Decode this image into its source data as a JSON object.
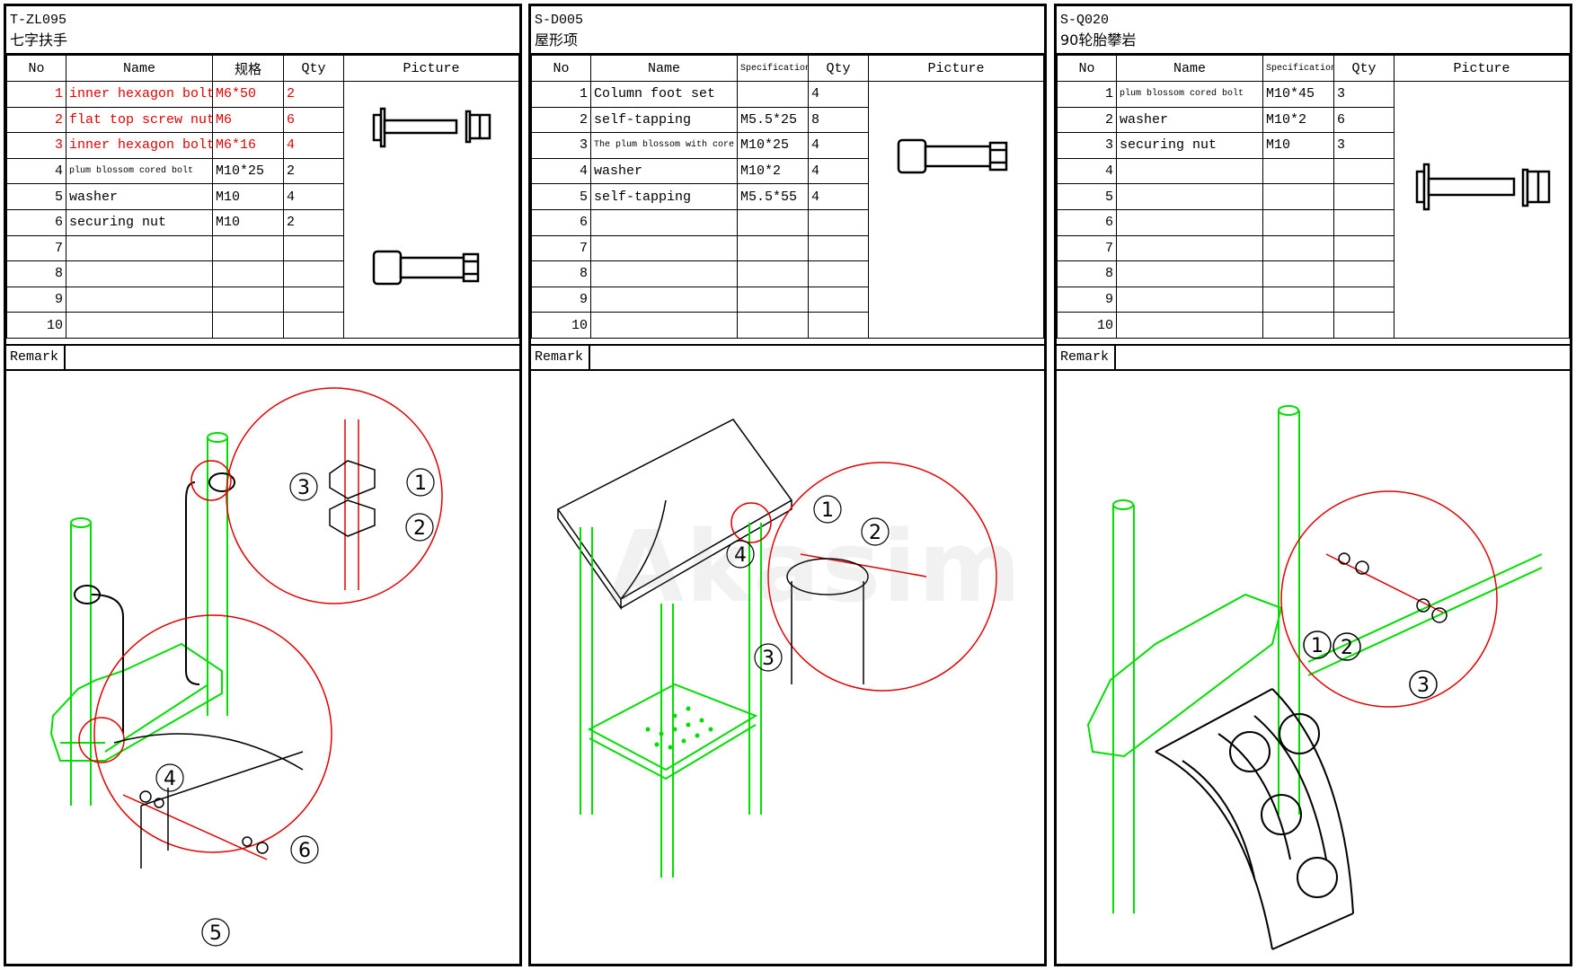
{
  "sheets": [
    {
      "code": "T-ZL095",
      "title": "七字扶手",
      "headers": {
        "no": "No",
        "name": "Name",
        "spec": "规格",
        "qty": "Qty",
        "picture": "Picture"
      },
      "rows": [
        {
          "no": "1",
          "name": "inner hexagon bolt",
          "spec": "M6*50",
          "qty": "2"
        },
        {
          "no": "2",
          "name": "flat top screw nut",
          "spec": "M6",
          "qty": "6"
        },
        {
          "no": "3",
          "name": "inner hexagon bolt",
          "spec": "M6*16",
          "qty": "4"
        },
        {
          "no": "4",
          "name": "plum blossom cored bolt",
          "spec": "M10*25",
          "qty": "2"
        },
        {
          "no": "5",
          "name": "washer",
          "spec": "M10",
          "qty": "4"
        },
        {
          "no": "6",
          "name": "securing nut",
          "spec": "M10",
          "qty": "2"
        },
        {
          "no": "7",
          "name": "",
          "spec": "",
          "qty": ""
        },
        {
          "no": "8",
          "name": "",
          "spec": "",
          "qty": ""
        },
        {
          "no": "9",
          "name": "",
          "spec": "",
          "qty": ""
        },
        {
          "no": "10",
          "name": "",
          "spec": "",
          "qty": ""
        }
      ],
      "remark_label": "Remark",
      "callouts": [
        "1",
        "2",
        "3",
        "4",
        "5",
        "6"
      ]
    },
    {
      "code": "S-D005",
      "title": "屋形项",
      "headers": {
        "no": "No",
        "name": "Name",
        "spec": "Specification",
        "qty": "Qty",
        "picture": "Picture"
      },
      "rows": [
        {
          "no": "1",
          "name": "Column foot set",
          "spec": "",
          "qty": "4"
        },
        {
          "no": "2",
          "name": "self-tapping",
          "spec": "M5.5*25",
          "qty": "8"
        },
        {
          "no": "3",
          "name": "The plum blossom with core",
          "spec": "M10*25",
          "qty": "4"
        },
        {
          "no": "4",
          "name": "washer",
          "spec": "M10*2",
          "qty": "4"
        },
        {
          "no": "5",
          "name": "self-tapping",
          "spec": "M5.5*55",
          "qty": "4"
        },
        {
          "no": "6",
          "name": "",
          "spec": "",
          "qty": ""
        },
        {
          "no": "7",
          "name": "",
          "spec": "",
          "qty": ""
        },
        {
          "no": "8",
          "name": "",
          "spec": "",
          "qty": ""
        },
        {
          "no": "9",
          "name": "",
          "spec": "",
          "qty": ""
        },
        {
          "no": "10",
          "name": "",
          "spec": "",
          "qty": ""
        }
      ],
      "remark_label": "Remark",
      "callouts": [
        "1",
        "2",
        "3",
        "4"
      ],
      "watermark": "Akasim"
    },
    {
      "code": "S-Q020",
      "title": "90轮胎攀岩",
      "headers": {
        "no": "No",
        "name": "Name",
        "spec": "Specification",
        "qty": "Qty",
        "picture": "Picture"
      },
      "rows": [
        {
          "no": "1",
          "name": "plum blossom cored bolt",
          "spec": "M10*45",
          "qty": "3"
        },
        {
          "no": "2",
          "name": "washer",
          "spec": "M10*2",
          "qty": "6"
        },
        {
          "no": "3",
          "name": "securing nut",
          "spec": "M10",
          "qty": "3"
        },
        {
          "no": "4",
          "name": "",
          "spec": "",
          "qty": ""
        },
        {
          "no": "5",
          "name": "",
          "spec": "",
          "qty": ""
        },
        {
          "no": "6",
          "name": "",
          "spec": "",
          "qty": ""
        },
        {
          "no": "7",
          "name": "",
          "spec": "",
          "qty": ""
        },
        {
          "no": "8",
          "name": "",
          "spec": "",
          "qty": ""
        },
        {
          "no": "9",
          "name": "",
          "spec": "",
          "qty": ""
        },
        {
          "no": "10",
          "name": "",
          "spec": "",
          "qty": ""
        }
      ],
      "remark_label": "Remark",
      "callouts": [
        "1",
        "2",
        "3"
      ]
    }
  ],
  "colors": {
    "highlight_text": "#e00000",
    "tube_green": "#00dd00",
    "callout_circle": "#e00000"
  }
}
